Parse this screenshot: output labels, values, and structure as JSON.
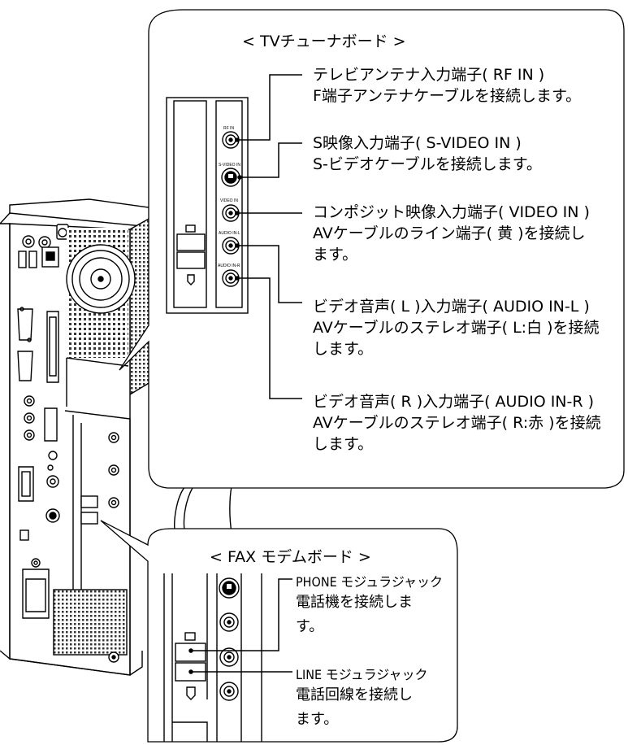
{
  "tv_tuner_board": {
    "title": "< TVチューナボード >",
    "port_labels": [
      "RF IN",
      "S-VIDEO IN",
      "VIDEO IN",
      "AUDIO IN-L",
      "AUDIO IN-R"
    ],
    "callouts": [
      {
        "lines": [
          "テレビアンテナ入力端子( RF IN )",
          "F端子アンテナケーブルを接続します。"
        ]
      },
      {
        "lines": [
          "S映像入力端子( S-VIDEO IN )",
          "S-ビデオケーブルを接続します。"
        ]
      },
      {
        "lines": [
          "コンポジット映像入力端子( VIDEO IN )",
          "AVケーブルのライン端子( 黄 )を接続し",
          "ます。"
        ]
      },
      {
        "lines": [
          "ビデオ音声( L )入力端子( AUDIO IN-L )",
          "AVケーブルのステレオ端子( L:白 )を接続",
          "します。"
        ]
      },
      {
        "lines": [
          "ビデオ音声( R )入力端子( AUDIO IN-R )",
          "AVケーブルのステレオ端子( R:赤 )を接続",
          "します。"
        ]
      }
    ]
  },
  "fax_modem_board": {
    "title": "< FAX モデムボード >",
    "callouts": [
      {
        "name": "PHONE モジュラジャック",
        "lines": [
          "電話機を接続しま",
          "す。"
        ]
      },
      {
        "name": "LINE モジュラジャック",
        "lines": [
          "電話回線を接続し",
          "ます。"
        ]
      }
    ]
  }
}
